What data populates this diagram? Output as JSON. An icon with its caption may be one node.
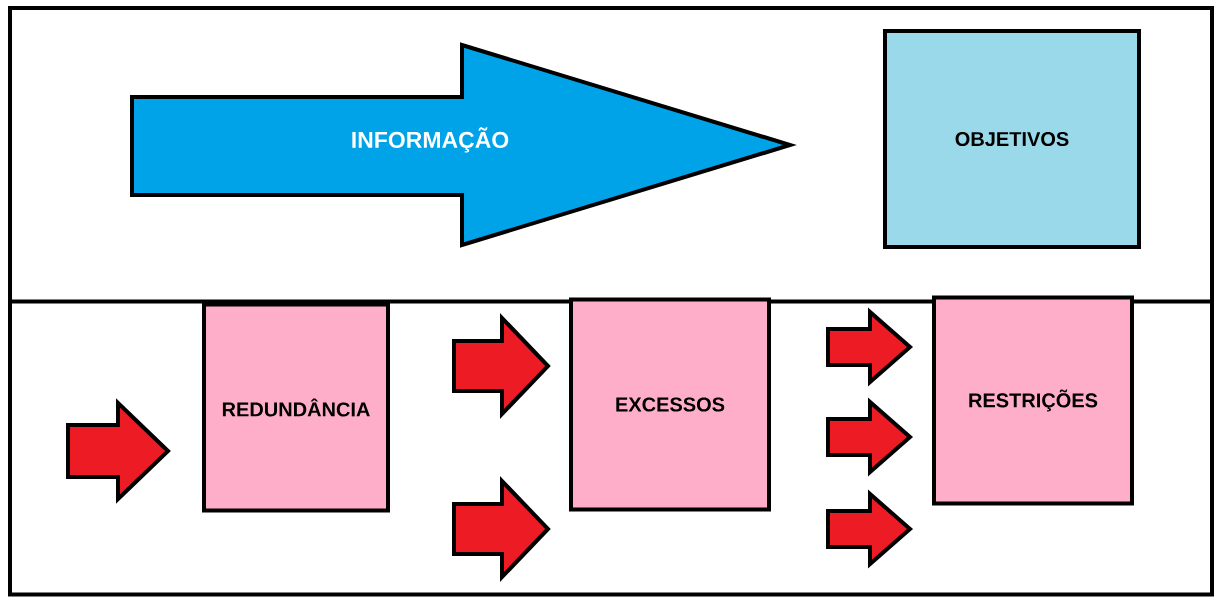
{
  "diagram": {
    "nodes": [
      {
        "text": [],
        "shape": "box"
      },
      {
        "text": [
          "INFORMAÇÃO"
        ],
        "in": 0
      },
      {
        "text": [
          "OBJETIVOS"
        ],
        "in": 0
      },
      {
        "text": [],
        "shape": "box"
      },
      {
        "text": [
          "REDUNDÂNCIA"
        ],
        "in": 3
      },
      {
        "text": [
          "EXCESSOS"
        ],
        "in": 3
      },
      {
        "text": [
          "RESTRIÇÕES"
        ],
        "in": 3
      }
    ],
    "edges": [
      {
        "from": null,
        "to": 4,
        "arrow": "to"
      },
      {
        "from": 4,
        "to": 5,
        "arrow": "to"
      },
      {
        "from": 4,
        "to": 5,
        "arrow": "to"
      },
      {
        "from": 5,
        "to": 6,
        "arrow": "to"
      },
      {
        "from": 5,
        "to": 6,
        "arrow": "to"
      },
      {
        "from": 5,
        "to": 6,
        "arrow": "to"
      }
    ]
  }
}
